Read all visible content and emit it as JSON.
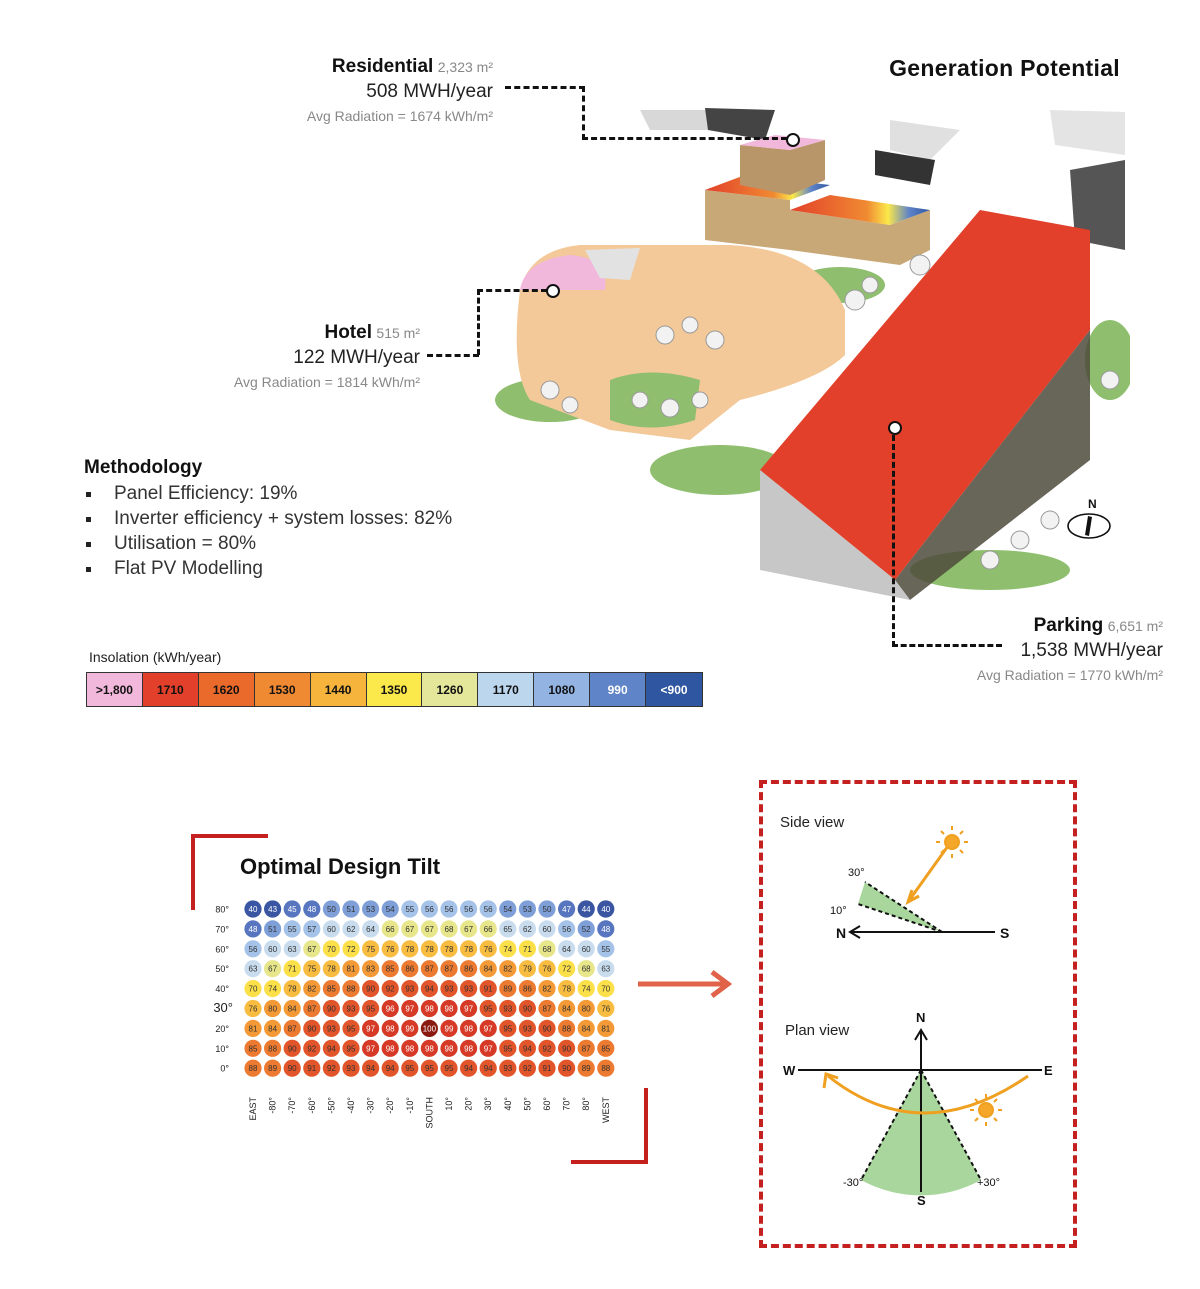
{
  "title": "Generation Potential",
  "labels": {
    "residential": {
      "name": "Residential",
      "area": "2,323 m²",
      "energy": "508 MWH/year",
      "radiation": "Avg Radiation = 1674 kWh/m²"
    },
    "hotel": {
      "name": "Hotel",
      "area": "515 m²",
      "energy": "122 MWH/year",
      "radiation": "Avg Radiation = 1814 kWh/m²"
    },
    "parking": {
      "name": "Parking",
      "area": "6,651 m²",
      "energy": "1,538 MWH/year",
      "radiation": "Avg Radiation = 1770 kWh/m²"
    }
  },
  "compass": {
    "north": "N"
  },
  "methodology": {
    "heading": "Methodology",
    "items": [
      "Panel Efficiency: 19%",
      "Inverter efficiency + system losses: 82%",
      "Utilisation = 80%",
      "Flat PV Modelling"
    ]
  },
  "legend": {
    "title": "Insolation (kWh/year)",
    "cells": [
      {
        "label": ">1,800",
        "color": "#f2b8dc",
        "text": "#111"
      },
      {
        "label": "1710",
        "color": "#e2402a",
        "text": "#111"
      },
      {
        "label": "1620",
        "color": "#ea6a2c",
        "text": "#111"
      },
      {
        "label": "1530",
        "color": "#f08a32",
        "text": "#111"
      },
      {
        "label": "1440",
        "color": "#f7b43c",
        "text": "#111"
      },
      {
        "label": "1350",
        "color": "#fbe84a",
        "text": "#111"
      },
      {
        "label": "1260",
        "color": "#e4e79a",
        "text": "#111"
      },
      {
        "label": "1170",
        "color": "#bcd6ee",
        "text": "#111"
      },
      {
        "label": "1080",
        "color": "#93b4e2",
        "text": "#111"
      },
      {
        "label": "990",
        "color": "#5f84c8",
        "text": "#ffffff"
      },
      {
        "label": "<900",
        "color": "#2f56a0",
        "text": "#ffffff"
      }
    ]
  },
  "tilt": {
    "title": "Optimal Design Tilt",
    "row_labels": [
      "80°",
      "70°",
      "60°",
      "50°",
      "40°",
      "30°",
      "20°",
      "10°",
      "0°"
    ],
    "col_labels": [
      "EAST",
      "-80°",
      "-70°",
      "-60°",
      "-50°",
      "-40°",
      "-30°",
      "-20°",
      "-10°",
      "SOUTH",
      "10°",
      "20°",
      "30°",
      "40°",
      "50°",
      "60°",
      "70°",
      "80°",
      "WEST"
    ],
    "values": [
      [
        40,
        43,
        45,
        48,
        50,
        51,
        53,
        54,
        55,
        56,
        56,
        56,
        56,
        54,
        53,
        50,
        47,
        44,
        40
      ],
      [
        48,
        51,
        55,
        57,
        60,
        62,
        64,
        66,
        67,
        67,
        68,
        67,
        66,
        65,
        62,
        60,
        56,
        52,
        48
      ],
      [
        56,
        60,
        63,
        67,
        70,
        72,
        75,
        76,
        78,
        78,
        78,
        78,
        76,
        74,
        71,
        68,
        64,
        60,
        55
      ],
      [
        63,
        67,
        71,
        75,
        78,
        81,
        83,
        85,
        86,
        87,
        87,
        86,
        84,
        82,
        79,
        76,
        72,
        68,
        63
      ],
      [
        70,
        74,
        78,
        82,
        85,
        88,
        90,
        92,
        93,
        94,
        93,
        93,
        91,
        89,
        86,
        82,
        78,
        74,
        70
      ],
      [
        76,
        80,
        84,
        87,
        90,
        93,
        95,
        96,
        97,
        98,
        98,
        97,
        95,
        93,
        90,
        87,
        84,
        80,
        76
      ],
      [
        81,
        84,
        87,
        90,
        93,
        95,
        97,
        98,
        99,
        100,
        99,
        98,
        97,
        95,
        93,
        90,
        88,
        84,
        81
      ],
      [
        85,
        88,
        90,
        92,
        94,
        95,
        97,
        98,
        98,
        98,
        98,
        98,
        97,
        95,
        94,
        92,
        90,
        87,
        85
      ],
      [
        88,
        89,
        90,
        91,
        92,
        93,
        94,
        94,
        95,
        95,
        95,
        94,
        94,
        93,
        92,
        91,
        90,
        89,
        88
      ]
    ]
  },
  "side_view": {
    "title": "Side view",
    "angle_high": "30°",
    "angle_low": "10°",
    "north": "N",
    "south": "S"
  },
  "plan_view": {
    "title": "Plan view",
    "north": "N",
    "south": "S",
    "west": "W",
    "east": "E",
    "left_angle": "-30°",
    "right_angle": "+30°"
  }
}
